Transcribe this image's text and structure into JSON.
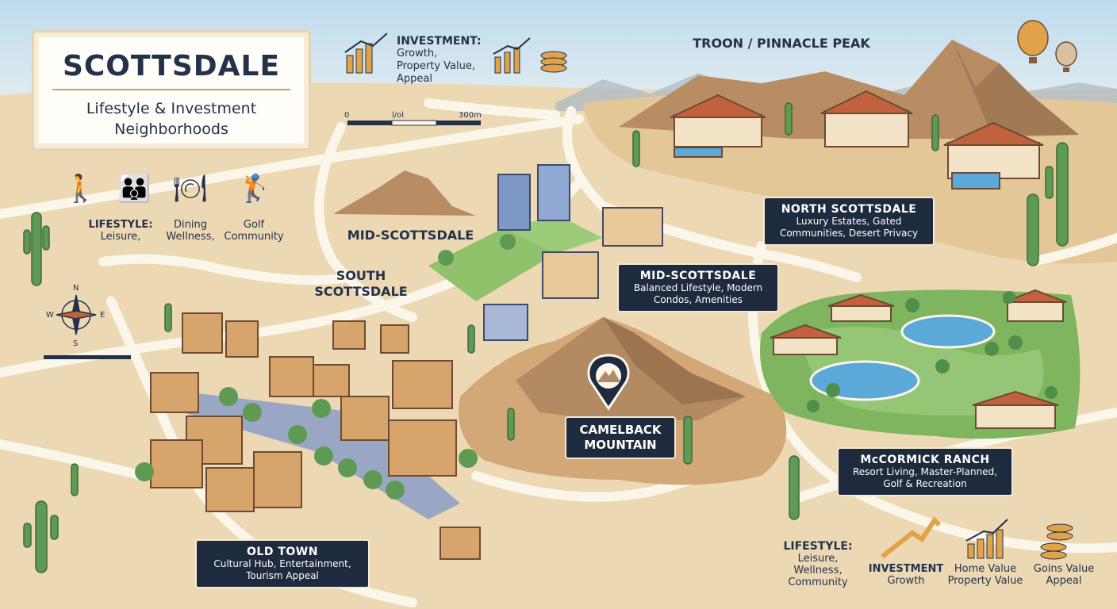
{
  "title": {
    "heading": "SCOTTSDALE",
    "subtitle_line1": "Lifestyle & Investment",
    "subtitle_line2": "Neighborhoods"
  },
  "investment_top": {
    "heading": "INVESTMENT:",
    "line1": "Growth,",
    "line2": "Property Value,",
    "line3": "Appeal"
  },
  "scale_bar": {
    "start": "0",
    "mid": "l/ol",
    "end": "300m"
  },
  "lifestyle_top": {
    "label": "LIFESTYLE:",
    "leisure": "Leisure,",
    "dining": "Dining",
    "wellness": "Wellness,",
    "golf": "Golf",
    "community": "Community"
  },
  "compass": {
    "n": "N",
    "s": "S",
    "e": "E",
    "w": "W"
  },
  "areas": {
    "troon": "TROON / PINNACLE PEAK",
    "mid_plain": "MID-SCOTTSDALE",
    "south_line1": "SOUTH",
    "south_line2": "SCOTTSDALE"
  },
  "north_scottsdale": {
    "title": "NORTH SCOTTSDALE",
    "line1": "Luxury Estates, Gated",
    "line2": "Communities, Desert Privacy"
  },
  "mid_scottsdale": {
    "title": "MID-SCOTTSDALE",
    "line1": "Balanced Lifestyle, Modern",
    "line2": "Condos, Amenities"
  },
  "camelback": {
    "line1": "CAMELBACK",
    "line2": "MOUNTAIN"
  },
  "mccormick": {
    "title": "McCORMICK RANCH",
    "line1": "Resort Living, Master-Planned,",
    "line2": "Golf & Recreation"
  },
  "old_town": {
    "title": "OLD TOWN",
    "line1": "Cultural Hub, Entertainment,",
    "line2": "Tourism Appeal"
  },
  "legend_bottom": {
    "lifestyle_label": "LIFESTYLE:",
    "lifestyle_1": "Leisure,",
    "lifestyle_2": "Wellness,",
    "lifestyle_3": "Community",
    "investment_label": "INVESTMENT",
    "investment_sub": "Growth",
    "home_1": "Home Value",
    "home_2": "Property Value",
    "coins_1": "Goins Value",
    "coins_2": "Appeal"
  },
  "colors": {
    "desert": "#ecd9b3",
    "road": "#fbf6ea",
    "navy": "#1e2a3e",
    "golf_green": "#7fb55e",
    "water": "#5aa9d8",
    "mountain": "#b38b62"
  }
}
